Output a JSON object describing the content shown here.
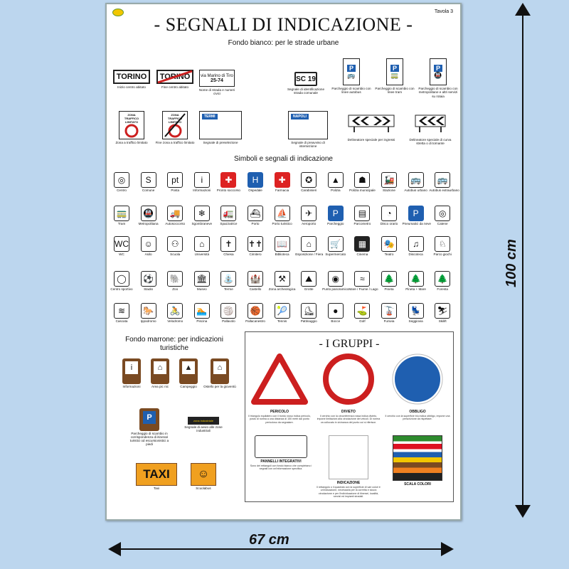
{
  "poster": {
    "tavola": "Tavola 3",
    "title": "- SEGNALI DI INDICAZIONE -",
    "subtitle": "Fondo bianco: per le strade urbane",
    "section2": "Simboli e segnali di indicazione",
    "fondo_marrone": "Fondo marrone: per indicazioni turistiche",
    "gruppi_title": "- I GRUPPI -"
  },
  "urban_row1": [
    {
      "caption": "Inizio centro abitato",
      "sign": "TORINO"
    },
    {
      "caption": "Fine centro abitato",
      "sign": "TORINO"
    },
    {
      "caption": "Nome di strada e numeri civici",
      "sign": "via Marino di Tiro",
      "sign2": "25-74"
    },
    {
      "caption": "Segnale di identificazione strada comunale",
      "sign": "SC 19"
    },
    {
      "caption": "Parcheggio di scambio con linee autobus",
      "sign": "P"
    },
    {
      "caption": "Parcheggio di scambio con linee tram",
      "sign": "P"
    },
    {
      "caption": "Parcheggio di scambio con metropolitane e altri servizi su rotaia",
      "sign": "P"
    }
  ],
  "urban_row2": [
    {
      "caption": "Zona a traffico limitato",
      "sign": "ZONA TRAFFICO LIMITATO"
    },
    {
      "caption": "Fine zona a traffico limitato",
      "sign": "ZONA TRAFFICO LIMITATO"
    },
    {
      "caption": "Segnale di preselezione",
      "sign": "TERMI"
    },
    {
      "caption": "Segnale di preavviso di intersezione",
      "sign": "NAPOLI"
    },
    {
      "caption": "Delineatore speciale per ingressi",
      "sign": ""
    },
    {
      "caption": "Delineatore speciale di curva stretta o di tornante",
      "sign": ""
    }
  ],
  "symbols": [
    [
      "Centro",
      "Comune",
      "Posta",
      "Informazioni",
      "Pronto soccorso",
      "Ospedale",
      "Farmacia",
      "Carabinieri",
      "Polizia",
      "Polizia municipale",
      "Stazione",
      "Autobus urbano",
      "Autobus extraurbano"
    ],
    [
      "Tram",
      "Metropolitana",
      "Autosoccorso",
      "Sgombraneve",
      "Spazzatrice",
      "Porto",
      "Porto turistico",
      "Aeroporto",
      "Parcheggio",
      "Parcometro",
      "Disco orario",
      "Pneumatici da neve",
      "Catene"
    ],
    [
      "WC",
      "Asilo",
      "Scuola",
      "Università",
      "Chiesa",
      "Cimitero",
      "Biblioteca",
      "Esposizione / Fiera",
      "Supermercato",
      "Cinema",
      "Teatro",
      "Discoteca",
      "Parco giochi"
    ],
    [
      "Centro sportivo",
      "Stadio",
      "Zoo",
      "Museo",
      "Terme",
      "Castello",
      "Zona archeologica",
      "Grotte",
      "Punto panoramico",
      "Mare / Fiume / Lago",
      "Pineta",
      "Pineta + Mare",
      "Foresta"
    ],
    [
      "Cascata",
      "Ippodromo",
      "Velodromo",
      "Piscina",
      "Pallavolo",
      "Pallacanestro",
      "Tennis",
      "Pattinaggio",
      "Bocce",
      "Golf",
      "Funivia",
      "Seggiovia",
      "Skilift"
    ]
  ],
  "symbol_glyphs": [
    [
      "◎",
      "S",
      "pt",
      "i",
      "✚",
      "H",
      "✚",
      "✪",
      "▲",
      "☗",
      "🚂",
      "🚌",
      "🚌"
    ],
    [
      "🚃",
      "🚇",
      "🚚",
      "❄",
      "🚛",
      "⛴",
      "⛵",
      "✈",
      "P",
      "▤",
      "◔",
      "P",
      "◎"
    ],
    [
      "WC",
      "☺",
      "⚇",
      "⌂",
      "✝",
      "✝✝",
      "📖",
      "⌂",
      "🛒",
      "▦",
      "🎭",
      "♫",
      "♘"
    ],
    [
      "◯",
      "⚽",
      "🐘",
      "🏛",
      "⛲",
      "🏰",
      "⚒",
      "⛰",
      "◉",
      "≈",
      "🌲",
      "🌲",
      "🌲"
    ],
    [
      "≋",
      "🐎",
      "🚴",
      "🏊",
      "🏐",
      "🏀",
      "🎾",
      "⛸",
      "●",
      "⛳",
      "🚡",
      "💺",
      "⛷"
    ]
  ],
  "tourist": [
    {
      "caption": "Informazioni",
      "glyph": "i"
    },
    {
      "caption": "Area pic nic",
      "glyph": "⌂"
    },
    {
      "caption": "Campeggio",
      "glyph": "▲"
    },
    {
      "caption": "Ostello per la gioventù",
      "glyph": "⌂"
    }
  ],
  "tourist2": [
    {
      "caption": "Parcheggio di scambio in corrispondenza di itinerari turistici od escursionistici a piedi",
      "glyph": "P"
    },
    {
      "caption": "Segnale di avvio alle zone industriali",
      "glyph": "zona industriale"
    }
  ],
  "tourist3": [
    {
      "caption": "Taxi",
      "glyph": "TAXI"
    },
    {
      "caption": "Scuolabus",
      "glyph": "☺"
    }
  ],
  "gruppi": [
    {
      "name": "PERICOLO",
      "desc": "Il triangolo equilatero con il bordo rosso indica pericolo, posto di norma a una distanza di 150 metri dal punto pericoloso da segnalare."
    },
    {
      "name": "DIVIETO",
      "desc": "Il cerchio con la circonferenza rossa indica divieto, impone limitazioni alla circolazione dei veicoli. Di norma va collocato in vicinanza del punto cui si riferisce."
    },
    {
      "name": "OBBLIGO",
      "desc": "Il cerchio con la superficie blu indica obbligo, impone una prescrizione da rispettare."
    },
    {
      "name": "PANNELLI INTEGRATIVI",
      "desc": "Sono dei rettangoli con fondo bianco che completano i segnali con un'informazione specifica."
    },
    {
      "name": "INDICAZIONE",
      "desc": "Il rettangolo o il quadrato con la superficie di vari colori è un'indicazione, necessaria per la corretta e sicura circolazione e per l'individuazione di itinerari, località, servizi ed impianti stradali."
    },
    {
      "name": "SCALA COLORI",
      "desc": ""
    }
  ],
  "dimensions": {
    "width": "67 cm",
    "height": "100 cm"
  },
  "colors": {
    "background": "#bcd6ee",
    "red": "#cc1f1f",
    "blue": "#1f5fb0",
    "brown": "#7a4a22",
    "taxi": "#f0a020"
  }
}
